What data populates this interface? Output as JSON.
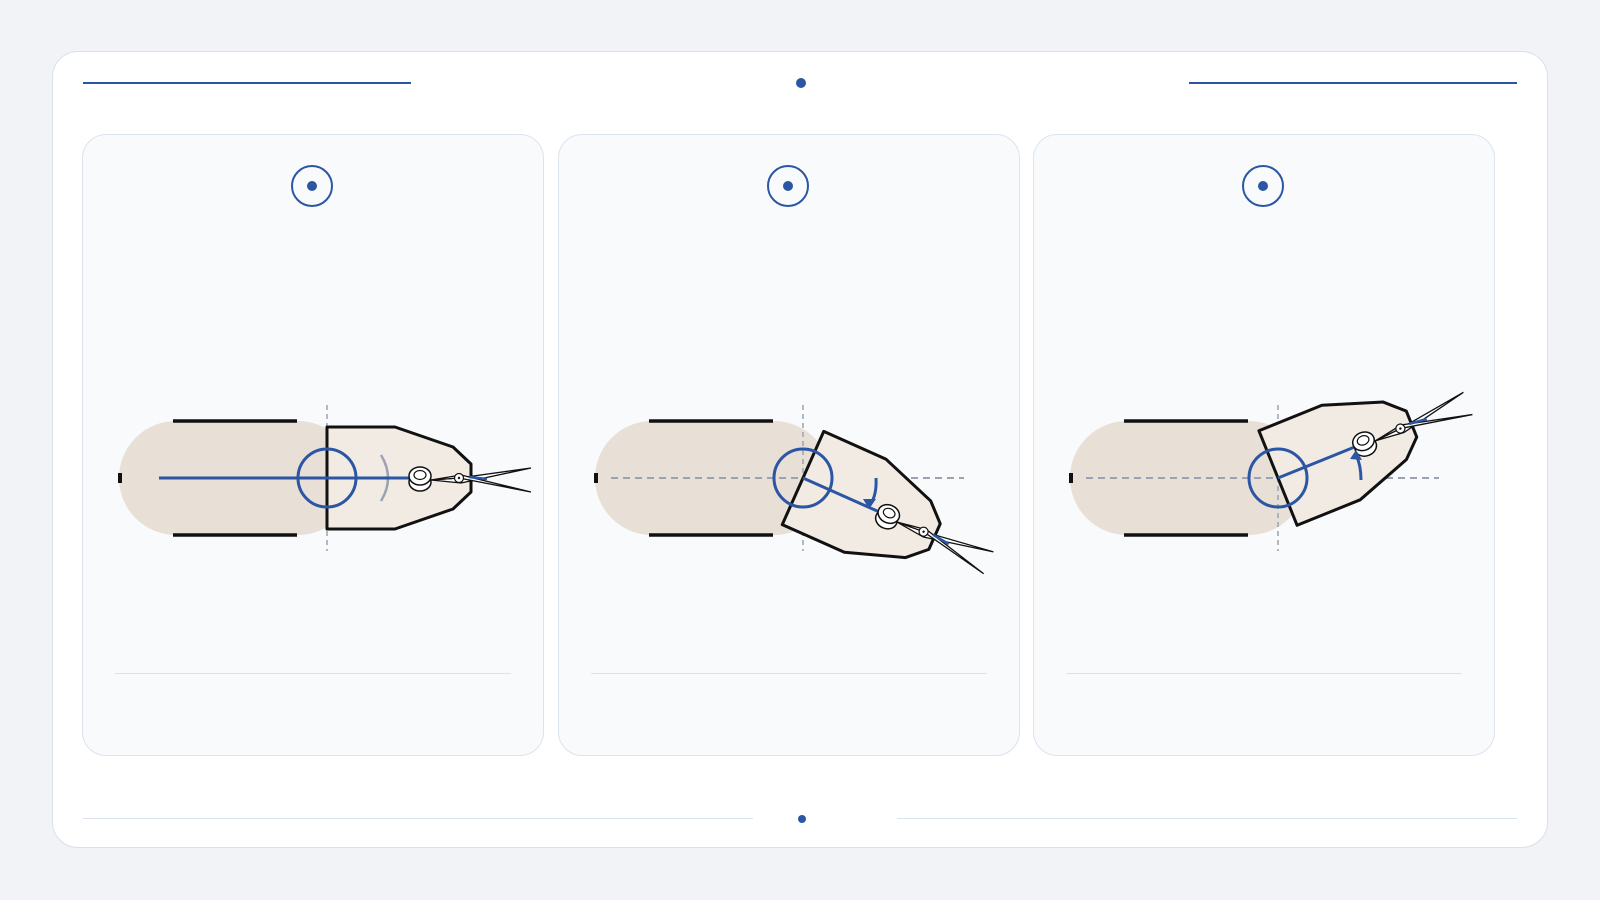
{
  "frame": {
    "accent_color": "#2a56a4",
    "outline_color": "#111111",
    "body_color": "#e8dfd6",
    "tool_color": "#f2ebe4",
    "guide_color": "#9aa3b2"
  },
  "panels": [
    {
      "id": "straight",
      "tool_angle_deg": 0,
      "arrow": "none",
      "guide": "dashed-partial"
    },
    {
      "id": "rotated-down",
      "tool_angle_deg": 24,
      "arrow": "clockwise",
      "guide": "dashed-full"
    },
    {
      "id": "rotated-up",
      "tool_angle_deg": -22,
      "arrow": "counter-clockwise",
      "guide": "dashed-full"
    }
  ]
}
